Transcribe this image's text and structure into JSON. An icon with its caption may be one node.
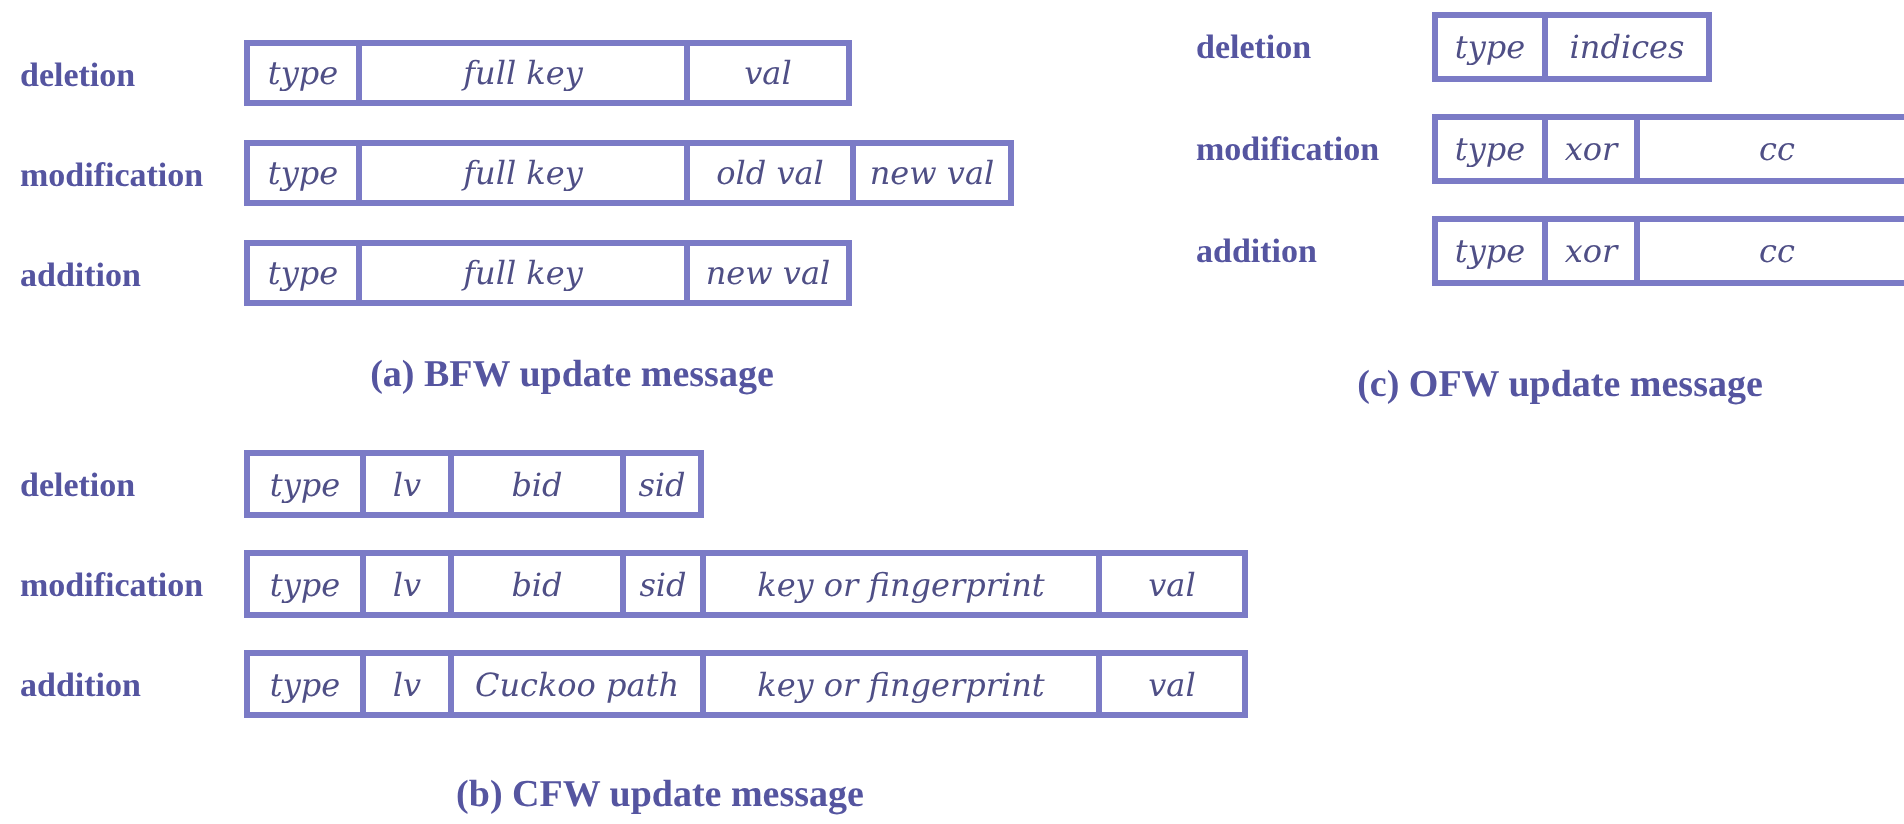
{
  "diagram": {
    "nodes": [
      {
        "text": [
          "type"
        ]
      },
      {
        "text": [
          "full key"
        ]
      },
      {
        "text": [
          "val"
        ]
      },
      {
        "text": [
          "type"
        ]
      },
      {
        "text": [
          "full key"
        ]
      },
      {
        "text": [
          "old val"
        ]
      },
      {
        "text": [
          "new val"
        ]
      },
      {
        "text": [
          "type"
        ]
      },
      {
        "text": [
          "full key"
        ]
      },
      {
        "text": [
          "new val"
        ]
      },
      {
        "text": [
          "type"
        ]
      },
      {
        "text": [
          "indices"
        ]
      },
      {
        "text": [
          "type"
        ]
      },
      {
        "text": [
          "xor"
        ]
      },
      {
        "text": [
          "cc"
        ]
      },
      {
        "text": [
          "type"
        ]
      },
      {
        "text": [
          "xor"
        ]
      },
      {
        "text": [
          "cc"
        ]
      },
      {
        "text": [
          "type"
        ]
      },
      {
        "text": [
          "lv"
        ]
      },
      {
        "text": [
          "bid"
        ]
      },
      {
        "text": [
          "sid"
        ]
      },
      {
        "text": [
          "type"
        ]
      },
      {
        "text": [
          "lv"
        ]
      },
      {
        "text": [
          "bid"
        ]
      },
      {
        "text": [
          "sid"
        ]
      },
      {
        "text": [
          "key or fingerprint"
        ]
      },
      {
        "text": [
          "val"
        ]
      },
      {
        "text": [
          "type"
        ]
      },
      {
        "text": [
          "lv"
        ]
      },
      {
        "text": [
          "Cuckoo path"
        ]
      },
      {
        "text": [
          "key or fingerprint"
        ]
      },
      {
        "text": [
          "val"
        ]
      }
    ],
    "labels": [
      "deletion",
      "modification",
      "addition",
      "(a) BFW update message",
      "deletion",
      "modification",
      "addition",
      "(c) OFW update message",
      "deletion",
      "modification",
      "addition",
      "(b) CFW update message"
    ]
  }
}
